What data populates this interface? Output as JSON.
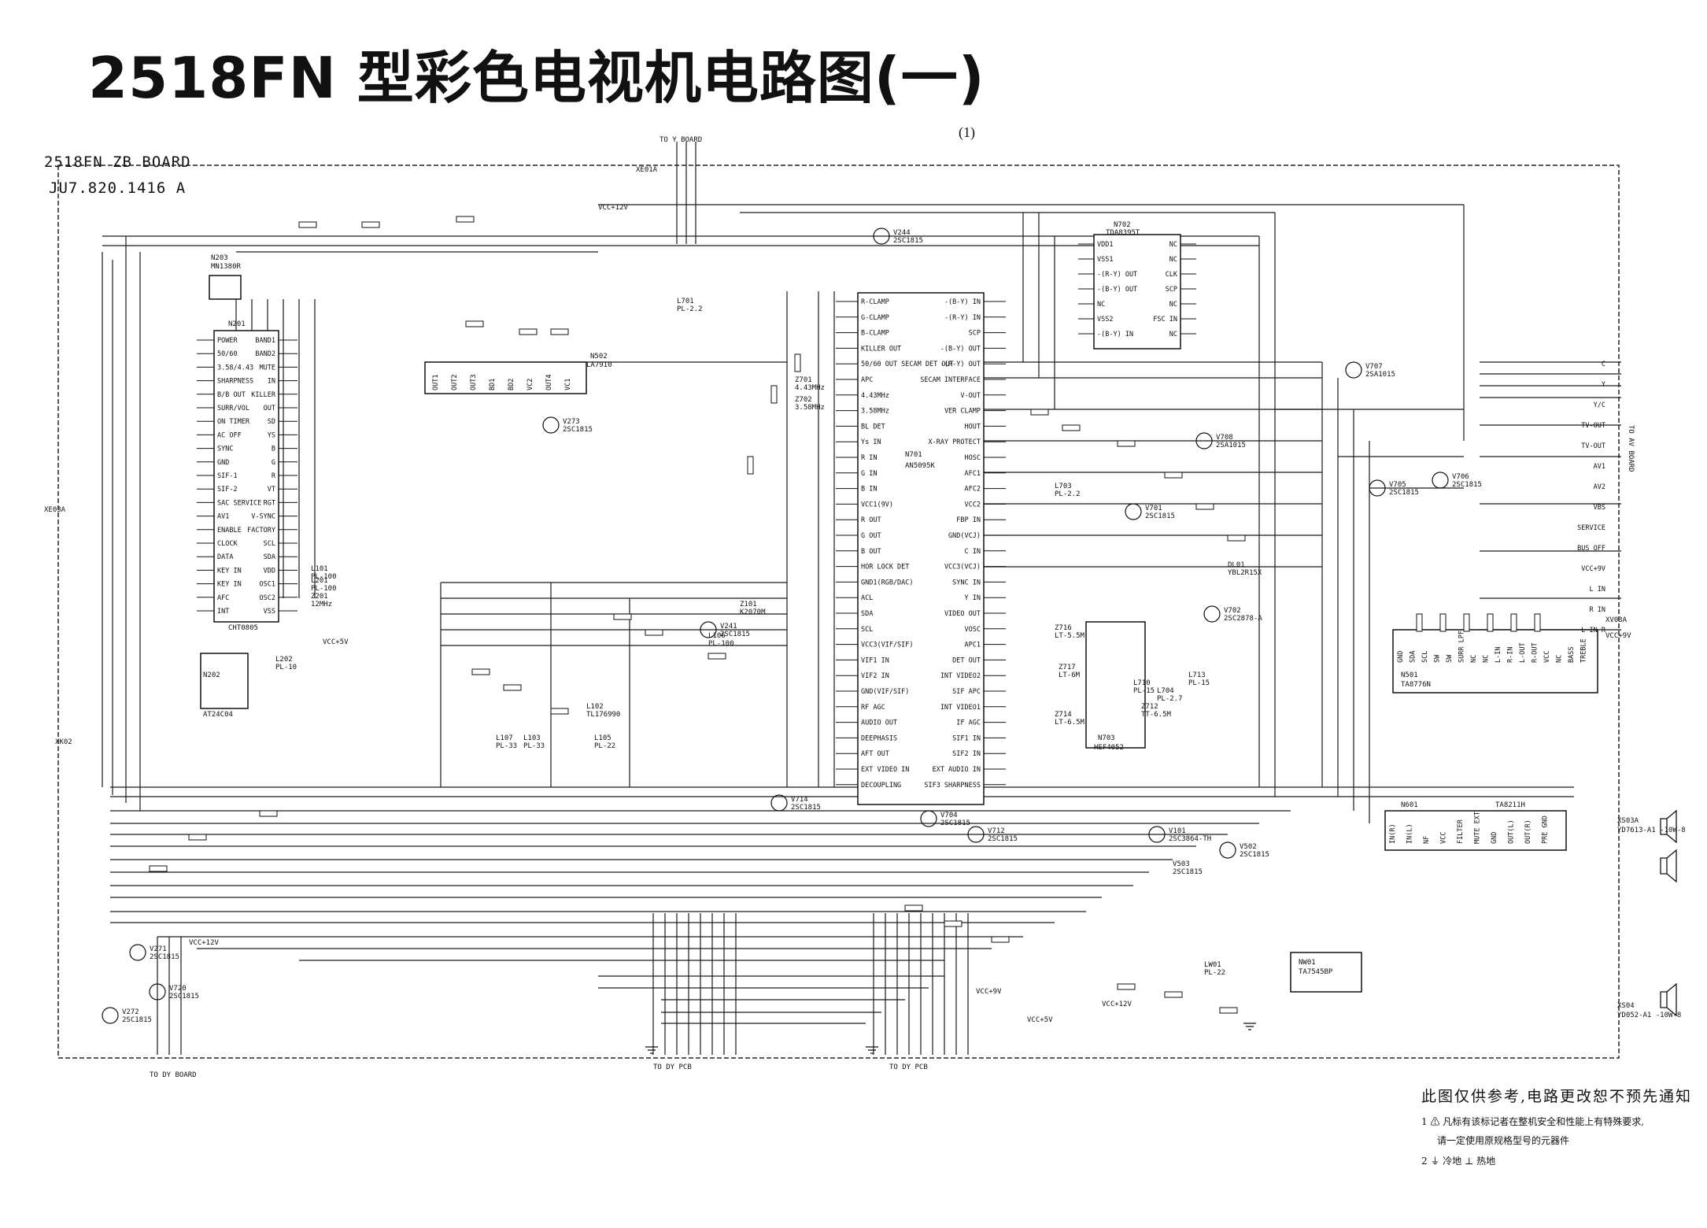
{
  "title": "2518FN 型彩色电视机电路图(一)",
  "page_number": "(1)",
  "board": {
    "name": "2518FN ZB BOARD",
    "code": "JU7.820.1416 A"
  },
  "connectors": {
    "to_y_board": "TO Y BOARD",
    "to_dy_board": "TO DY BOARD",
    "to_dy_pcb_1": "TO DY PCB",
    "to_dy_pcb_2": "TO DY PCB",
    "to_av_board": "TO AV BOARD",
    "xe03a": "XE03A",
    "xk02": "XK02",
    "xv03a": "XV03A",
    "xe01a": "XE01A"
  },
  "rails": {
    "vcc12_a": "VCC+12V",
    "vcc12_b": "VCC+12V",
    "vcc12_c": "VCC+12V",
    "vcc9_a": "VCC+9V",
    "vcc9_b": "VCC+9V",
    "vcc5_a": "VCC+5V",
    "vcc5_b": "VCC+5V"
  },
  "mcu": {
    "ref": "N201",
    "part": "CHT0805",
    "pins_left": [
      "POWER",
      "50/60",
      "3.58/4.43",
      "SHARPNESS",
      "B/B OUT",
      "SURR/VOL",
      "ON TIMER",
      "AC OFF",
      "SYNC",
      "GND",
      "SIF-1",
      "SIF-2",
      "SAC SERVICE",
      "AV1",
      "ENABLE",
      "CLOCK",
      "DATA",
      "KEY IN",
      "KEY IN",
      "AFC",
      "INT"
    ],
    "pins_right": [
      "BAND1",
      "BAND2",
      "MUTE",
      "IN",
      "KILLER",
      "OUT",
      "SD",
      "YS",
      "B",
      "G",
      "R",
      "VT",
      "RGT",
      "V-SYNC",
      "FACTORY",
      "SCL",
      "SDA",
      "VDD",
      "OSC1",
      "OSC2",
      "VSS"
    ]
  },
  "nvram": {
    "ref": "N202",
    "part": "AT24C04"
  },
  "n203": {
    "ref": "N203",
    "part": "MN1380R"
  },
  "n502": {
    "ref": "N502",
    "part": "LA7910",
    "pins": [
      "OUT1",
      "OUT2",
      "OUT3",
      "BD1",
      "BD2",
      "VC2",
      "OUT4",
      "VC1"
    ]
  },
  "jungle": {
    "ref": "N701",
    "part": "AN5095K",
    "pins_left": [
      "R-CLAMP",
      "G-CLAMP",
      "B-CLAMP",
      "KILLER OUT",
      "50/60 OUT SECAM DET OUT",
      "APC",
      "4.43MHz",
      "3.58MHz",
      "BL DET",
      "Ys IN",
      "R IN",
      "G IN",
      "B IN",
      "VCC1(9V)",
      "R OUT",
      "G OUT",
      "B OUT",
      "HOR LOCK DET",
      "GND1(RGB/DAC)",
      "ACL",
      "SDA",
      "SCL",
      "VCC3(VIF/SIF)",
      "VIF1 IN",
      "VIF2 IN",
      "GND(VIF/SIF)",
      "RF AGC",
      "AUDIO OUT",
      "DEEPHASIS",
      "AFT OUT",
      "EXT VIDEO IN",
      "DECOUPLING"
    ],
    "pins_right": [
      "-(B-Y) IN",
      "-(R-Y) IN",
      "SCP",
      "-(B-Y) OUT",
      "-(R-Y) OUT",
      "SECAM INTERFACE",
      "V-OUT",
      "VER CLAMP",
      "HOUT",
      "X-RAY PROTECT",
      "HOSC",
      "AFC1",
      "AFC2",
      "VCC2",
      "FBP IN",
      "GND(VCJ)",
      "C IN",
      "VCC3(VCJ)",
      "SYNC IN",
      "Y IN",
      "VIDEO OUT",
      "VOSC",
      "APC1",
      "DET OUT",
      "INT VIDEO2",
      "SIF APC",
      "INT VIDEO1",
      "IF AGC",
      "SIF1 IN",
      "SIF2 IN",
      "EXT AUDIO IN",
      "SIF3 SHARPNESS"
    ]
  },
  "secam": {
    "ref": "N702",
    "part": "TDA8395T",
    "pins_left": [
      "VDD1",
      "VSS1",
      "-(R-Y) OUT",
      "-(B-Y) OUT",
      "NC",
      "VSS2",
      "-(B-Y) IN"
    ],
    "pins_right": [
      "NC",
      "NC",
      "CLK",
      "SCP",
      "NC",
      "FSC IN",
      "NC"
    ]
  },
  "n703": {
    "ref": "N703",
    "part": "HEF4052"
  },
  "n501": {
    "ref": "N501",
    "part": "TA8776N",
    "pins": [
      "GND",
      "SDA",
      "SCL",
      "SW",
      "SW",
      "SURR LPF",
      "NC",
      "NC",
      "L-IN",
      "R-IN",
      "L-OUT",
      "R-OUT",
      "VCC",
      "NC",
      "BASS",
      "TREBLE"
    ]
  },
  "n601": {
    "ref": "N601",
    "part": "TA8211H",
    "pins": [
      "IN(R)",
      "IN(L)",
      "NF",
      "VCC",
      "FILTER",
      "MUTE EXT",
      "GND",
      "OUT(L)",
      "OUT(R)",
      "PRE GND"
    ]
  },
  "nw01": {
    "ref": "NW01",
    "part": "TA7545BP"
  },
  "transistors": [
    {
      "ref": "V244",
      "part": "2SC1815"
    },
    {
      "ref": "V707",
      "part": "2SA1015"
    },
    {
      "ref": "V705",
      "part": "2SC1815"
    },
    {
      "ref": "V706",
      "part": "2SC1815"
    },
    {
      "ref": "V708",
      "part": "2SA1015"
    },
    {
      "ref": "V701",
      "part": "2SC1815"
    },
    {
      "ref": "V702",
      "part": "2SC2878-A"
    },
    {
      "ref": "V704",
      "part": "2SC1815"
    },
    {
      "ref": "V712",
      "part": "2SC1815"
    },
    {
      "ref": "V714",
      "part": "2SC1815"
    },
    {
      "ref": "V720",
      "part": "2SC1815"
    },
    {
      "ref": "V271",
      "part": "2SC1815"
    },
    {
      "ref": "V272",
      "part": "2SC1815"
    },
    {
      "ref": "V273",
      "part": "2SC1815"
    },
    {
      "ref": "V241",
      "part": "2SC1815"
    },
    {
      "ref": "V101",
      "part": "2SC3864-TH"
    },
    {
      "ref": "V502",
      "part": "2SC1815"
    },
    {
      "ref": "V503",
      "part": "2SC1815"
    }
  ],
  "inductors": [
    {
      "ref": "L101",
      "value": "PL-100"
    },
    {
      "ref": "L102",
      "value": "TL176990"
    },
    {
      "ref": "L103",
      "value": "PL-33"
    },
    {
      "ref": "L105",
      "value": "PL-22"
    },
    {
      "ref": "L106",
      "value": "PL-100"
    },
    {
      "ref": "L107",
      "value": "PL-33"
    },
    {
      "ref": "L201",
      "value": "PL-100"
    },
    {
      "ref": "L202",
      "value": "PL-10"
    },
    {
      "ref": "L701",
      "value": "PL-2.2"
    },
    {
      "ref": "L703",
      "value": "PL-2.2"
    },
    {
      "ref": "L704",
      "value": "PL-2.7"
    },
    {
      "ref": "L710",
      "value": "PL-15"
    },
    {
      "ref": "L713",
      "value": "PL-15"
    },
    {
      "ref": "LW01",
      "value": "PL-22"
    }
  ],
  "filters": [
    {
      "ref": "Z101",
      "value": "K2070M"
    },
    {
      "ref": "Z201",
      "value": "12MHz"
    },
    {
      "ref": "Z701",
      "value": "4.43MHz"
    },
    {
      "ref": "Z702",
      "value": "3.58MHz"
    },
    {
      "ref": "Z712",
      "value": "TT-6.5M"
    },
    {
      "ref": "Z716",
      "value": "LT-5.5M"
    },
    {
      "ref": "Z717",
      "value": "LT-6M"
    },
    {
      "ref": "Z714",
      "value": "LT-6.5M"
    },
    {
      "ref": "DL01",
      "value": "YBL2R15X"
    }
  ],
  "av_pins": [
    "C",
    "Y",
    "Y/C",
    "TV-OUT",
    "TV-OUT",
    "AV1",
    "AV2",
    "VBS",
    "SERVICE",
    "BUS OFF",
    "VCC+9V",
    "L IN",
    "R IN",
    "L IN R"
  ],
  "speakers": [
    {
      "ref": "XS03A",
      "value": "YD7613-A1 -10W-8"
    },
    {
      "ref": "XS04",
      "value": "YD052-A1 -10W-8"
    }
  ],
  "notes": {
    "main": "此图仅供参考,电路更改恕不预先通知",
    "line1a": "1 ⚠ 凡标有该标记者在整机安全和性能上有特殊要求,",
    "line1b": "请一定使用原规格型号的元器件",
    "line2": "2 ⏚ 冷地   ⊥ 热地"
  }
}
